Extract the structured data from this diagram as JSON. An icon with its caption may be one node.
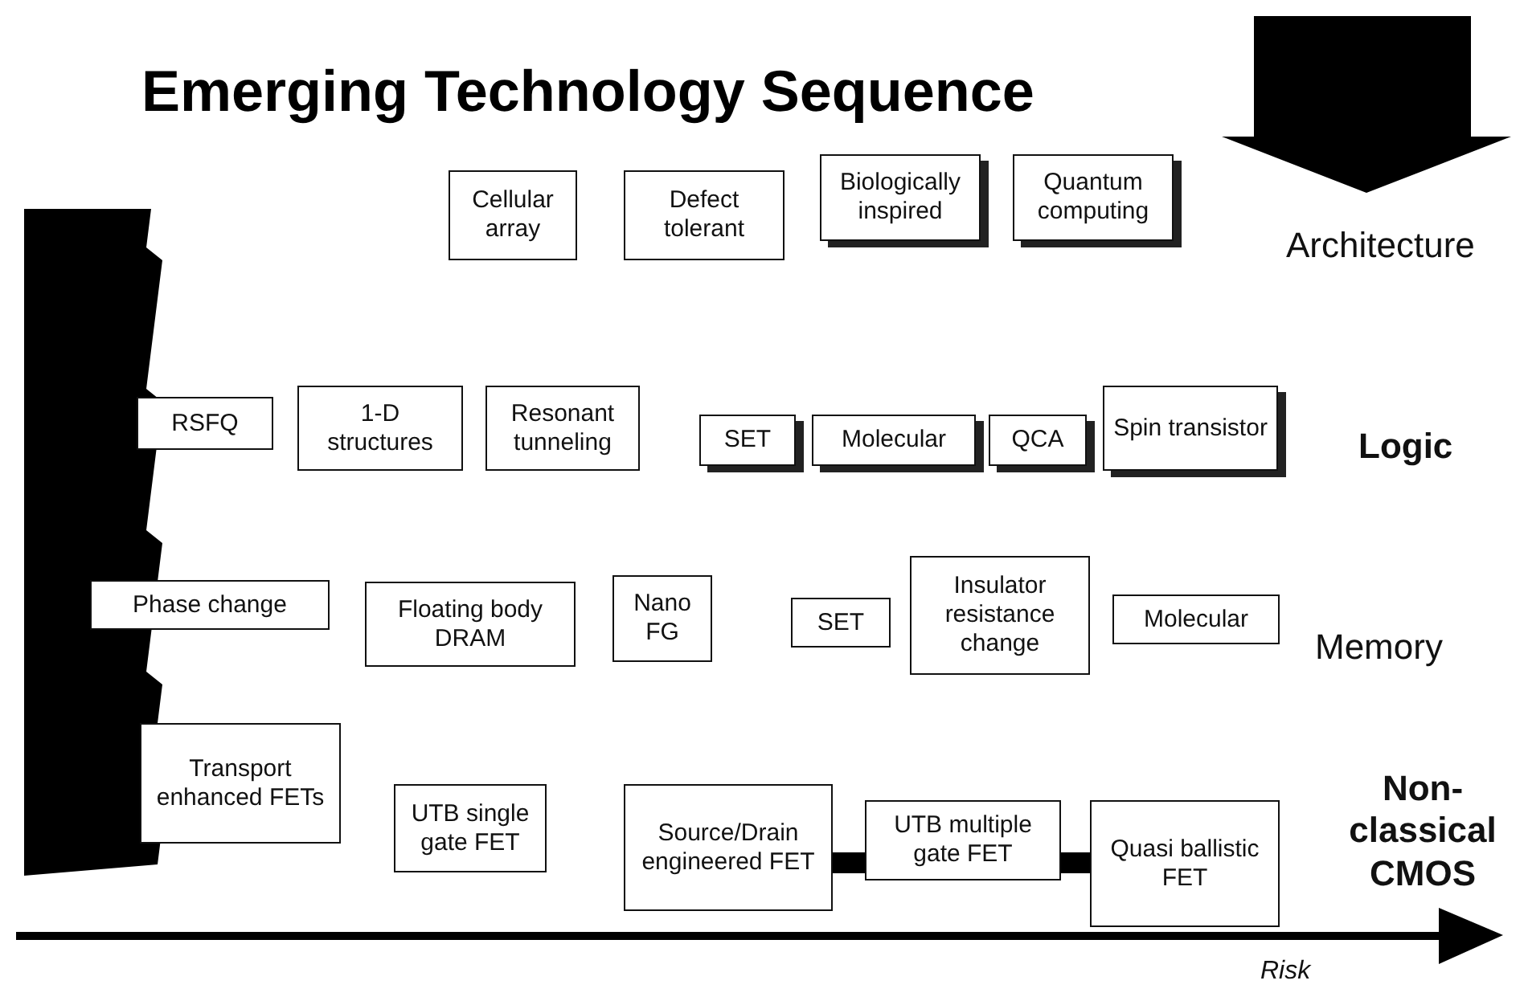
{
  "diagram": {
    "title": "Emerging Technology Sequence",
    "nodes": [
      {
        "text": [
          "Cellular array"
        ]
      },
      {
        "text": [
          "Defect tolerant"
        ]
      },
      {
        "text": [
          "Biologically inspired"
        ]
      },
      {
        "text": [
          "Quantum computing"
        ]
      },
      {
        "text": [
          "RSFQ"
        ]
      },
      {
        "text": [
          "1-D structures"
        ]
      },
      {
        "text": [
          "Resonant tunneling"
        ]
      },
      {
        "text": [
          "SET"
        ]
      },
      {
        "text": [
          "Molecular"
        ]
      },
      {
        "text": [
          "QCA"
        ]
      },
      {
        "text": [
          "Spin transistor"
        ]
      },
      {
        "text": [
          "Phase change"
        ]
      },
      {
        "text": [
          "Floating body DRAM"
        ]
      },
      {
        "text": [
          "Nano FG"
        ]
      },
      {
        "text": [
          "SET"
        ]
      },
      {
        "text": [
          "Insulator resistance change"
        ]
      },
      {
        "text": [
          "Molecular"
        ]
      },
      {
        "text": [
          "Transport enhanced FETs"
        ]
      },
      {
        "text": [
          "UTB single gate FET"
        ]
      },
      {
        "text": [
          "Source/Drain engineered FET"
        ]
      },
      {
        "text": [
          "UTB multiple gate FET"
        ]
      },
      {
        "text": [
          "Quasi ballistic FET"
        ]
      }
    ],
    "edges": [
      {
        "from": 19,
        "to": 20,
        "arrow": "none"
      },
      {
        "from": 20,
        "to": 21,
        "arrow": "none"
      }
    ],
    "labels": [
      "Architecture",
      "Logic",
      "Memory",
      "Non-classical CMOS",
      "Risk"
    ]
  }
}
